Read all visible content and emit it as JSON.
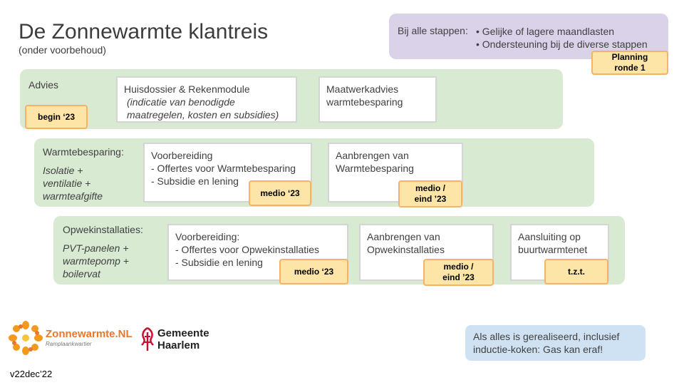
{
  "title": "De Zonnewarmte klantreis",
  "subtitle": "(onder voorbehoud)",
  "info_box": {
    "label": "Bij alle stappen:",
    "bullets": [
      "• Gelijke of lagere maandlasten",
      "• Ondersteuning bij de diverse stappen"
    ]
  },
  "planning_badge": {
    "line1": "Planning",
    "line2": "ronde 1"
  },
  "rows": {
    "advies": {
      "label": "Advies",
      "badge": "begin ‘23",
      "box1": {
        "line1": "Huisdossier & Rekenmodule",
        "line2": "(indicatie van benodigde",
        "line3": "maatregelen, kosten en subsidies)"
      },
      "box2": {
        "line1": "Maatwerkadvies",
        "line2": "warmtebesparing"
      }
    },
    "warmtebesparing": {
      "label": "Warmtebesparing:",
      "sub": [
        "Isolatie +",
        "ventilatie +",
        "warmteafgifte"
      ],
      "box1": {
        "line1": "Voorbereiding",
        "line2": "- Offertes voor Warmtebesparing",
        "line3": "- Subsidie en lening"
      },
      "box1_badge": "medio ‘23",
      "box2": {
        "line1": "Aanbrengen van",
        "line2": "Warmtebesparing"
      },
      "box2_badge": {
        "line1": "medio /",
        "line2": "eind ’23"
      }
    },
    "opwek": {
      "label": "Opwekinstallaties:",
      "sub": [
        "PVT-panelen +",
        "warmtepomp +",
        "boilervat"
      ],
      "box1": {
        "line1": "Voorbereiding:",
        "line2": "- Offertes voor Opwekinstallaties",
        "line3": "- Subsidie en lening"
      },
      "box1_badge": "medio ‘23",
      "box2": {
        "line1": "Aanbrengen van",
        "line2": "Opwekinstallaties"
      },
      "box2_badge": {
        "line1": "medio /",
        "line2": "eind ’23"
      },
      "box3": {
        "line1": "Aansluiting op",
        "line2": "buurtwarmtenet"
      },
      "box3_badge": "t.z.t."
    }
  },
  "logos": {
    "zonnewarmte": {
      "name": "Zonnewarmte.NL",
      "tagline": "Ramplaankwartier"
    },
    "gemeente": {
      "line1": "Gemeente",
      "line2": "Haarlem"
    }
  },
  "conclusion": {
    "line1": "Als alles is gerealiseerd, inclusief",
    "line2": "inductie-koken: Gas kan eraf!"
  },
  "version": "v22dec’22",
  "colors": {
    "purple_box": "#d9d2e9",
    "green_band": "#d9ead3",
    "badge_fill": "#fce5a6",
    "badge_border": "#f6b26b",
    "blue_box": "#cfe2f3",
    "logo_orange": "#e8772e",
    "logo_red": "#c8102e"
  }
}
